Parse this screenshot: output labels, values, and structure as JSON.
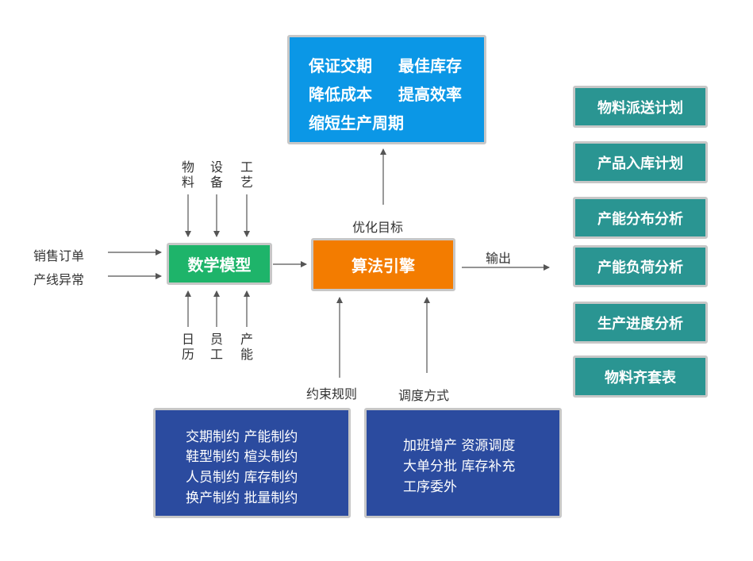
{
  "goals": {
    "lines": [
      "保证交期",
      "最佳库存",
      "降低成本",
      "提高效率",
      "缩短生产周期"
    ]
  },
  "model": {
    "label": "数学模型"
  },
  "engine": {
    "label": "算法引擎"
  },
  "left_inputs": [
    "销售订单",
    "产线异常"
  ],
  "top_inputs": [
    "物料",
    "设备",
    "工艺"
  ],
  "bottom_inputs": [
    "日历",
    "员工",
    "产能"
  ],
  "labels": {
    "optimize": "优化目标",
    "output": "输出",
    "constraint": "约束规则",
    "dispatch": "调度方式"
  },
  "outputs": [
    "物料派送计划",
    "产品入库计划",
    "产能分布分析",
    "产能负荷分析",
    "生产进度分析",
    "物料齐套表"
  ],
  "constraint_rules": [
    "交期制约  产能制约",
    "鞋型制约  楦头制约",
    "人员制约  库存制约",
    "换产制约  批量制约"
  ],
  "dispatch_methods": [
    "加班增产  资源调度",
    "大单分批  库存补充",
    "工序委外"
  ],
  "colors": {
    "goal_bg": "#0b97e6",
    "model_bg": "#1eb46a",
    "engine_bg": "#f37c00",
    "output_bg": "#2a9592",
    "rule_bg": "#2b4b9f",
    "arrow": "#555555"
  }
}
